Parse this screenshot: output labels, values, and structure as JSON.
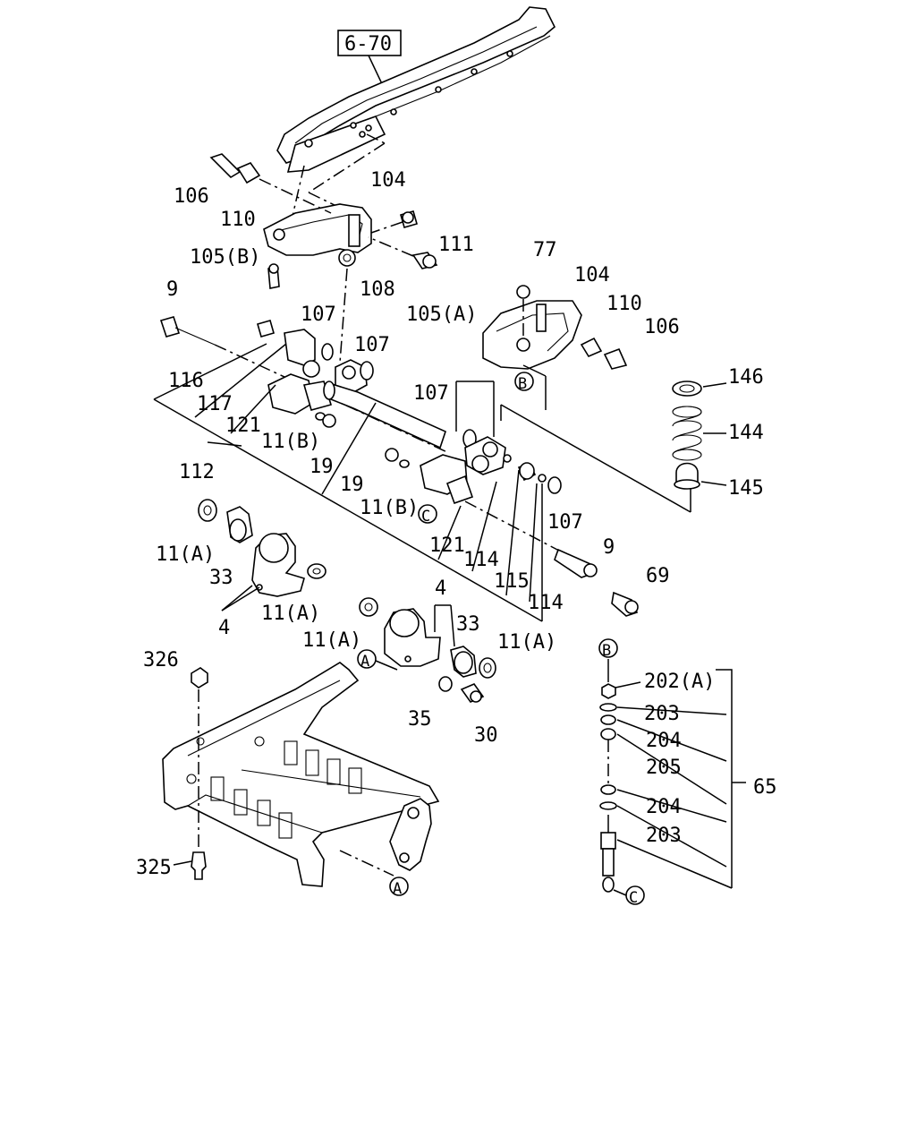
{
  "reference_box": "6-70",
  "callouts": {
    "c106a": "106",
    "c110a": "110",
    "c104a": "104",
    "c111": "111",
    "c105b": "105(B)",
    "c108": "108",
    "c105a": "105(A)",
    "c77": "77",
    "c104b": "104",
    "c110b": "110",
    "c106b": "106",
    "c9a": "9",
    "c107a": "107",
    "c107b": "107",
    "c107c": "107",
    "c107d": "107",
    "c116": "116",
    "c117": "117",
    "c121a": "121",
    "c11ba": "11(B)",
    "c19a": "19",
    "c112": "112",
    "c19b": "19",
    "c11bb": "11(B)",
    "c121b": "121",
    "c114a": "114",
    "c115": "115",
    "c114b": "114",
    "c146": "146",
    "c144": "144",
    "c145": "145",
    "c9b": "9",
    "c69": "69",
    "c11aa": "11(A)",
    "c33a": "33",
    "c11ab": "11(A)",
    "c4a": "4",
    "c4b": "4",
    "c33b": "33",
    "c11ac": "11(A)",
    "c11ad": "11(A)",
    "c35": "35",
    "c30": "30",
    "c326": "326",
    "c325": "325",
    "c202a": "202(A)",
    "c203a": "203",
    "c204a": "204",
    "c205": "205",
    "c65": "65",
    "c204b": "204",
    "c203b": "203"
  },
  "markers": {
    "m_b1": "B",
    "m_c1": "C",
    "m_a1": "A",
    "m_a2": "A",
    "m_b2": "B",
    "m_c2": "C"
  }
}
